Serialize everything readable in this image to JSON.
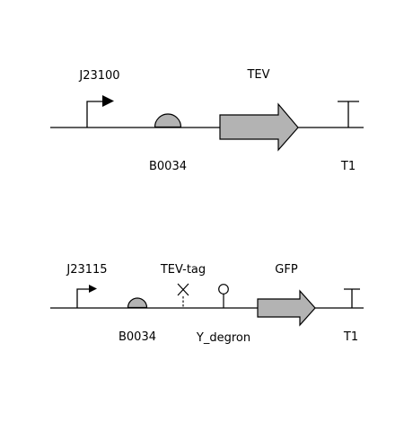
{
  "colors": {
    "line": "#000000",
    "part_fill": "#b3b3b3",
    "background": "#ffffff"
  },
  "constructs": [
    {
      "promoter": "J23100",
      "rbs": "B0034",
      "cds": "TEV",
      "terminator": "T1"
    },
    {
      "promoter": "J23115",
      "rbs": "B0034",
      "protease_site": "TEV-tag",
      "degron": "Y_degron",
      "cds": "GFP",
      "terminator": "T1"
    }
  ]
}
